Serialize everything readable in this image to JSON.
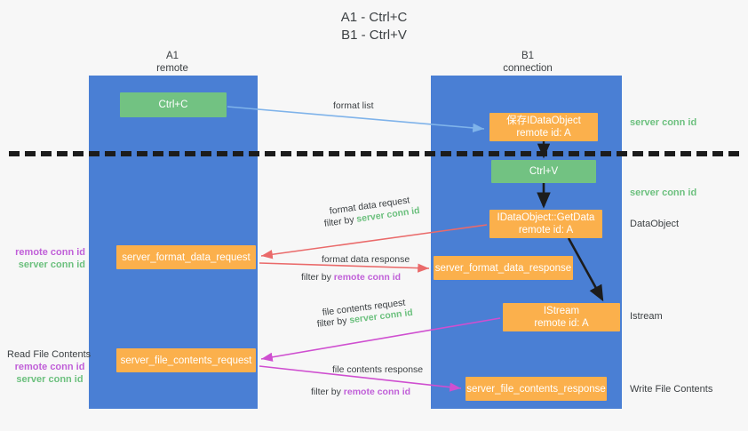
{
  "title": {
    "line1": "A1 - Ctrl+C",
    "line2": "B1 - Ctrl+V"
  },
  "lanes": [
    {
      "name": "A1",
      "sub": "remote"
    },
    {
      "name": "B1",
      "sub": "connection"
    }
  ],
  "nodes": {
    "ctrl_c": {
      "label": "Ctrl+C",
      "color": "#72c282"
    },
    "save_idataobject": {
      "line1": "保存IDataObject",
      "line2": "remote id: A",
      "color": "#fbb04c"
    },
    "ctrl_v": {
      "label": "Ctrl+V",
      "color": "#72c282"
    },
    "getdata": {
      "line1": "IDataObject::GetData",
      "line2": "remote id: A",
      "color": "#fbb04c"
    },
    "format_data_request": {
      "label": "server_format_data_request",
      "color": "#fbb04c"
    },
    "format_data_response": {
      "label": "server_format_data_response",
      "color": "#fbb04c"
    },
    "istream": {
      "line1": "IStream",
      "line2": "remote id: A",
      "color": "#fbb04c"
    },
    "file_contents_request": {
      "label": "server_file_contents_request",
      "color": "#fbb04c"
    },
    "file_contents_response": {
      "label": "server_file_contents_response",
      "color": "#fbb04c"
    }
  },
  "arrow_labels": {
    "format_list": "format list",
    "format_data_request": "format data request",
    "format_data_request_filter_prefix": "filter by ",
    "format_data_request_filter_key": "server conn id",
    "format_data_response": "format data response",
    "format_data_response_filter_prefix": "filter by ",
    "format_data_response_filter_key": "remote conn id",
    "file_contents_request": "file contents request",
    "file_contents_request_filter_prefix": "filter by ",
    "file_contents_request_filter_key": "server conn id",
    "file_contents_response": "file contents response",
    "file_contents_response_filter_prefix": "filter by ",
    "file_contents_response_filter_key": "remote conn id"
  },
  "annotations": {
    "left_format_remote": "remote conn id",
    "left_format_server": "server conn id",
    "read_file_contents": "Read File Contents",
    "left_file_remote": "remote conn id",
    "left_file_server": "server conn id",
    "right_server_conn_top": "server conn id",
    "right_server_conn_mid": "server conn id",
    "right_dataobject": "DataObject",
    "right_istream": "Istream",
    "right_write_file_contents": "Write File Contents"
  },
  "colors": {
    "lane": "#4a7fd4",
    "green_node": "#72c282",
    "orange_node": "#fbb04c",
    "green_text": "#6cc07e",
    "purple_text": "#c05fd8",
    "arrow_blue": "#7fb3ea",
    "arrow_red": "#ea6a6a",
    "arrow_magenta": "#cf4fd0",
    "arrow_dark": "#1c1c1c",
    "background": "#f7f7f7"
  }
}
